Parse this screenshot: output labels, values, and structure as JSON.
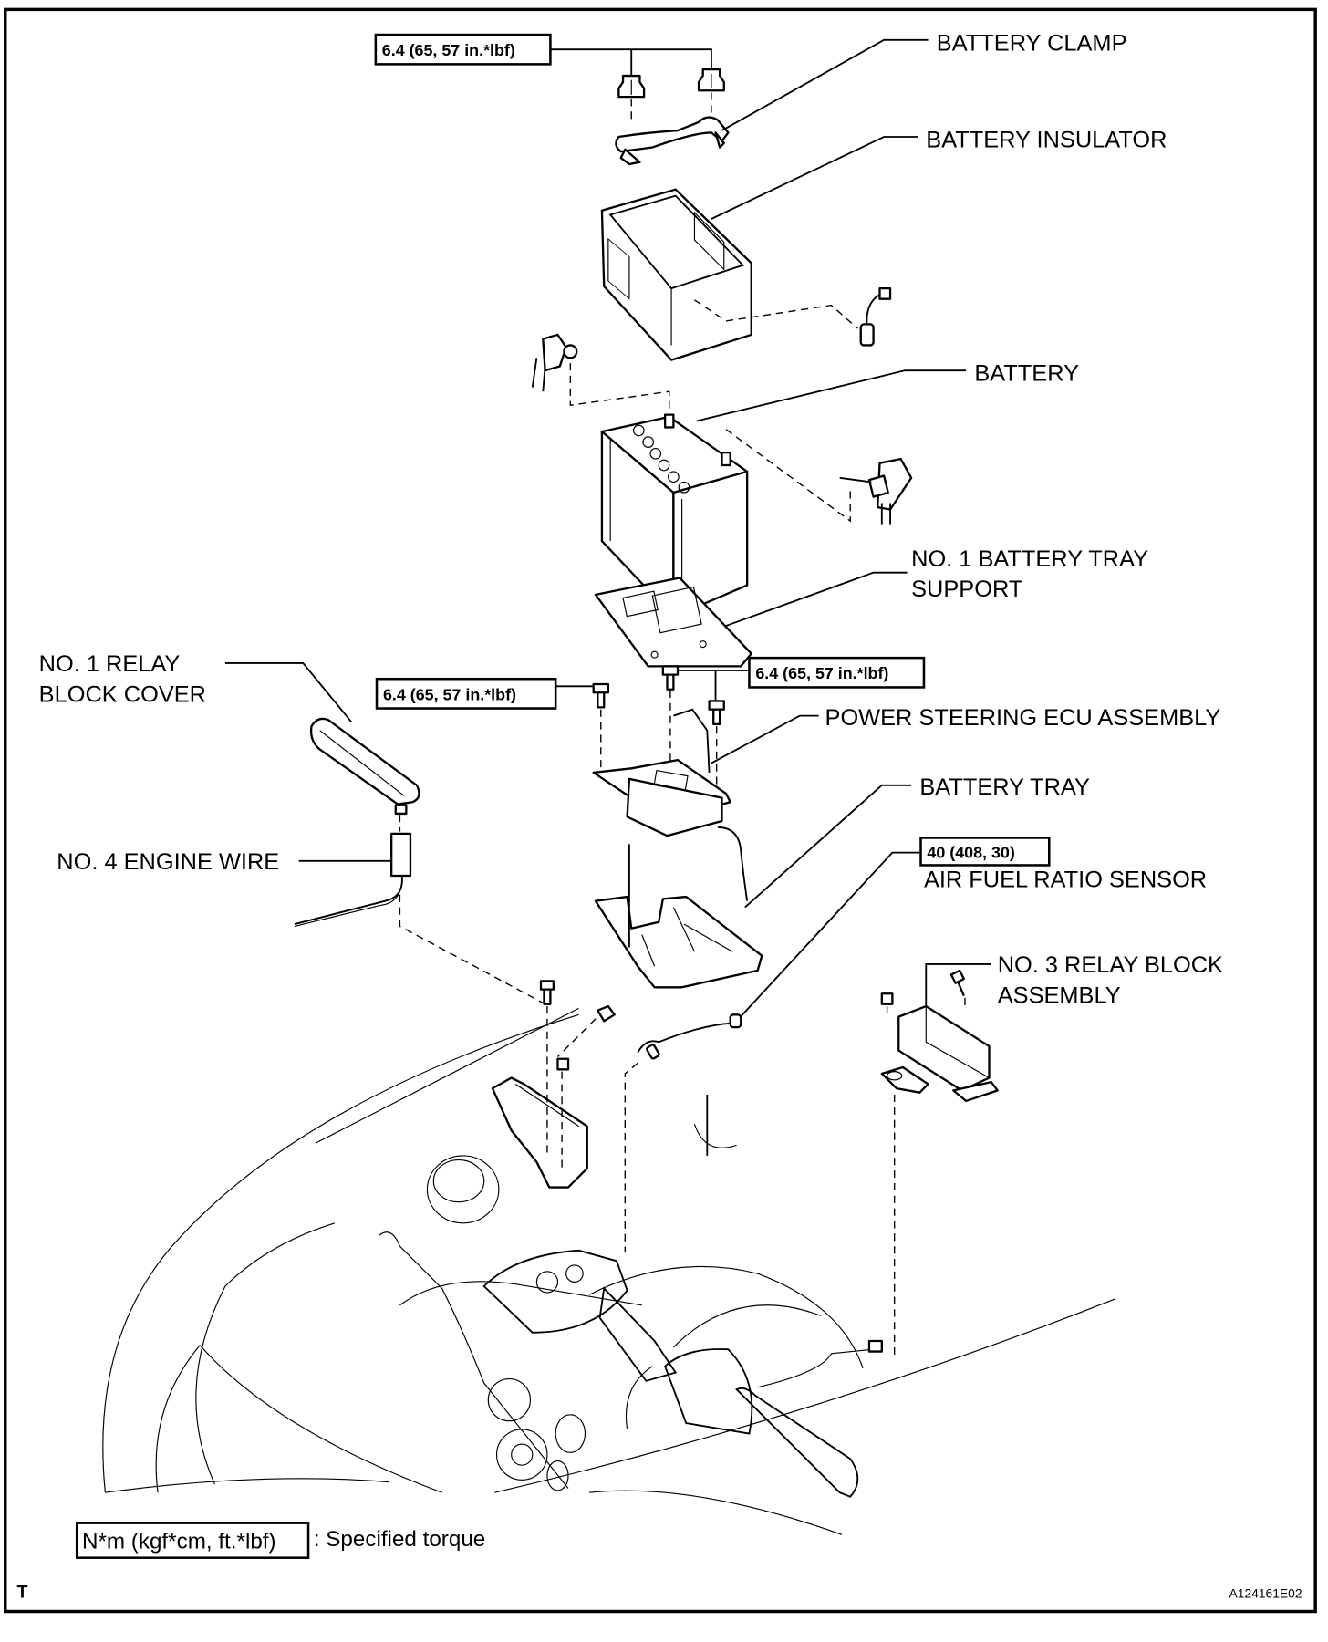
{
  "figure": {
    "id_code": "A124161E02",
    "corner_mark": "T"
  },
  "labels": {
    "battery_clamp": "BATTERY CLAMP",
    "battery_insulator": "BATTERY INSULATOR",
    "battery": "BATTERY",
    "tray_support_line1": "NO. 1 BATTERY TRAY",
    "tray_support_line2": "SUPPORT",
    "relay_cover_line1": "NO. 1 RELAY",
    "relay_cover_line2": "BLOCK COVER",
    "ps_ecu": "POWER STEERING ECU ASSEMBLY",
    "battery_tray": "BATTERY TRAY",
    "engine_wire": "NO. 4 ENGINE WIRE",
    "af_sensor": "AIR FUEL RATIO SENSOR",
    "relay3_line1": "NO. 3 RELAY BLOCK",
    "relay3_line2": "ASSEMBLY"
  },
  "torque_specs": {
    "clamp": "6.4 (65, 57 in.*lbf)",
    "ecu_left": "6.4 (65, 57 in.*lbf)",
    "ecu_right": "6.4 (65, 57 in.*lbf)",
    "af_sensor": "40 (408, 30)"
  },
  "legend": {
    "unit": "N*m (kgf*cm, ft.*lbf)",
    "description": ": Specified torque"
  }
}
